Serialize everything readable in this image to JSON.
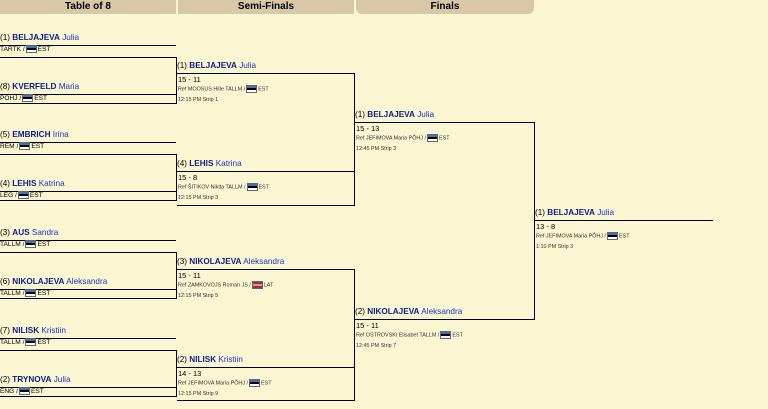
{
  "headers": [
    "Table of 8",
    "Semi-Finals",
    "Finals"
  ],
  "r1": [
    {
      "seed": "(1)",
      "last": "BELJAJEVA",
      "first": "Julia",
      "club": "TARTK /",
      "nat": "EST"
    },
    {
      "seed": "(8)",
      "last": "KVERFELD",
      "first": "Maria",
      "club": "PÕHJ /",
      "nat": "EST"
    },
    {
      "seed": "(5)",
      "last": "EMBRICH",
      "first": "Irina",
      "club": "REM /",
      "nat": "EST"
    },
    {
      "seed": "(4)",
      "last": "LEHIS",
      "first": "Katrina",
      "club": "LEG /",
      "nat": "EST"
    },
    {
      "seed": "(3)",
      "last": "AUS",
      "first": "Sandra",
      "club": "TALLM /",
      "nat": "EST"
    },
    {
      "seed": "(6)",
      "last": "NIKOLAJEVA",
      "first": "Aleksandra",
      "club": "TALLM /",
      "nat": "EST"
    },
    {
      "seed": "(7)",
      "last": "NILISK",
      "first": "Kristiin",
      "club": "TALLM /",
      "nat": "EST"
    },
    {
      "seed": "(2)",
      "last": "TRYNOVA",
      "first": "Julia",
      "club": "ENG /",
      "nat": "EST"
    }
  ],
  "r2": [
    {
      "seed": "(1)",
      "last": "BELJAJEVA",
      "first": "Julia",
      "score": "15 - 11",
      "ref": "Ref MOOSUS Hille TALLM /",
      "ref_nat": "EST",
      "time": "12:15 PM Strip 1"
    },
    {
      "seed": "(4)",
      "last": "LEHIS",
      "first": "Katrina",
      "score": "15 - 8",
      "ref": "Ref ŠITIKOV Nikita TALLM /",
      "ref_nat": "EST",
      "time": "12:15 PM Strip 3"
    },
    {
      "seed": "(3)",
      "last": "NIKOLAJEVA",
      "first": "Aleksandra",
      "score": "15 - 11",
      "ref": "Ref ZAMKOVOJS Roman JS /",
      "ref_nat": "LAT",
      "time": "12:15 PM Strip 5"
    },
    {
      "seed": "(2)",
      "last": "NILISK",
      "first": "Kristiin",
      "score": "14 - 13",
      "ref": "Ref JEFIMOVA Maria PÕHJ /",
      "ref_nat": "EST",
      "time": "12:15 PM Strip 9"
    }
  ],
  "r3": [
    {
      "seed": "(1)",
      "last": "BELJAJEVA",
      "first": "Julia",
      "score": "15 - 13",
      "ref": "Ref JEFIMOVA Maria PÕHJ /",
      "ref_nat": "EST",
      "time": "12:45 PM Strip 3"
    },
    {
      "seed": "(2)",
      "last": "NIKOLAJEVA",
      "first": "Aleksandra",
      "score": "15 - 11",
      "ref": "Ref OSTROVSKI Elisabet TALLM /",
      "ref_nat": "EST",
      "time": "12:45 PM Strip 7"
    }
  ],
  "r4": [
    {
      "seed": "(1)",
      "last": "BELJAJEVA",
      "first": "Julia",
      "score": "13 - 8",
      "ref": "Ref JEFIMOVA Maria PÕHJ /",
      "ref_nat": "EST",
      "time": "1:10 PM Strip 3"
    }
  ]
}
